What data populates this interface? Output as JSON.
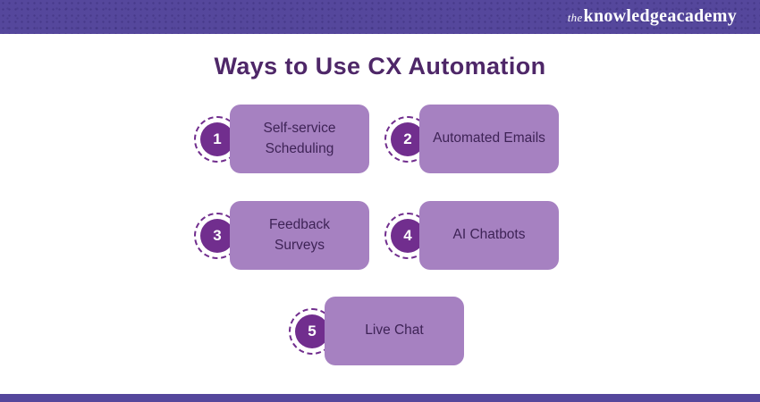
{
  "brand": {
    "the": "the",
    "knowledge": "knowledge",
    "academy": "academy"
  },
  "title": "Ways to Use CX Automation",
  "cards": [
    {
      "number": "1",
      "label": "Self-service Scheduling"
    },
    {
      "number": "2",
      "label": "Automated Emails"
    },
    {
      "number": "3",
      "label": "Feedback Surveys"
    },
    {
      "number": "4",
      "label": "AI Chatbots"
    },
    {
      "number": "5",
      "label": "Live Chat"
    }
  ],
  "colors": {
    "header_bar": "#55479c",
    "footer_bar": "#55479c",
    "title_text": "#4e2768",
    "card_background": "#a681c1",
    "card_text": "#3e2356",
    "badge_background": "#712e8e",
    "badge_number": "#ffffff",
    "logo_text": "#ffffff"
  }
}
